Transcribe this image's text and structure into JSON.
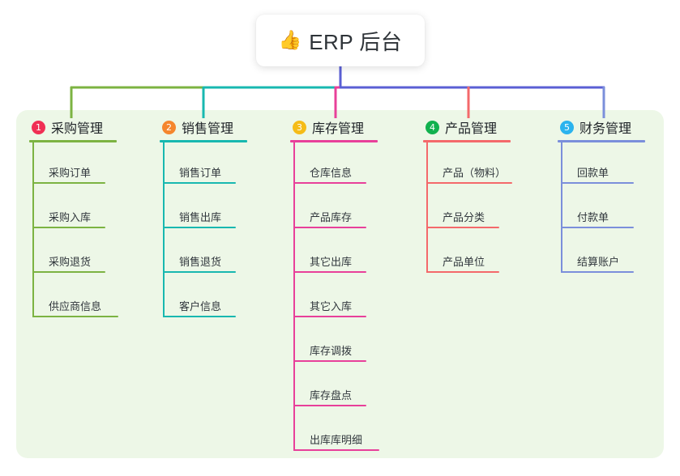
{
  "root": {
    "icon": "thumbs-up-icon",
    "emoji": "👍",
    "title": "ERP 后台"
  },
  "colors": {
    "page_background": "#ffffff",
    "panel_background": "#edf7e7",
    "root_stem": "#5a5fd4",
    "text": "#31373d"
  },
  "columns": [
    {
      "number": "1",
      "title": "采购管理",
      "badge_color": "#f02f54",
      "line_color": "#7cb342",
      "items": [
        {
          "label": "采购订单"
        },
        {
          "label": "采购入库"
        },
        {
          "label": "采购退货"
        },
        {
          "label": "供应商信息"
        }
      ]
    },
    {
      "number": "2",
      "title": "销售管理",
      "badge_color": "#f5862e",
      "line_color": "#18b8b0",
      "items": [
        {
          "label": "销售订单"
        },
        {
          "label": "销售出库"
        },
        {
          "label": "销售退货"
        },
        {
          "label": "客户信息"
        }
      ]
    },
    {
      "number": "3",
      "title": "库存管理",
      "badge_color": "#f5bc17",
      "line_color": "#e8409a",
      "items": [
        {
          "label": "仓库信息"
        },
        {
          "label": "产品库存"
        },
        {
          "label": "其它出库"
        },
        {
          "label": "其它入库"
        },
        {
          "label": "库存调拨"
        },
        {
          "label": "库存盘点"
        },
        {
          "label": "出库库明细"
        }
      ]
    },
    {
      "number": "4",
      "title": "产品管理",
      "badge_color": "#11b14e",
      "line_color": "#f4696b",
      "items": [
        {
          "label": "产品（物料）"
        },
        {
          "label": "产品分类"
        },
        {
          "label": "产品单位"
        }
      ]
    },
    {
      "number": "5",
      "title": "财务管理",
      "badge_color": "#2bb3ee",
      "line_color": "#7b8fdb",
      "items": [
        {
          "label": "回款单"
        },
        {
          "label": "付款单"
        },
        {
          "label": "结算账户"
        }
      ]
    }
  ]
}
